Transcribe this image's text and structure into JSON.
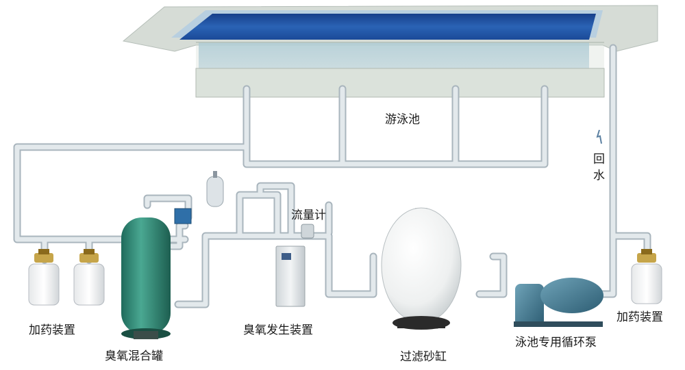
{
  "labels": {
    "pool": "游泳池",
    "return_water": "回水",
    "flowmeter": "流量计",
    "dosing_left": "加药装置",
    "dosing_right": "加药装置",
    "ozone_generator": "臭氧发生装置",
    "ozone_mixing_tank": "臭氧混合罐",
    "sand_filter": "过滤砂缸",
    "circulation_pump": "泳池专用循环泵"
  },
  "colors": {
    "pipe": "#d9e1e6",
    "pipe_outline": "#a9b5bd",
    "water": "#1e4f9e",
    "tank": "#2f8c78",
    "deck": "#d8dfd6"
  }
}
